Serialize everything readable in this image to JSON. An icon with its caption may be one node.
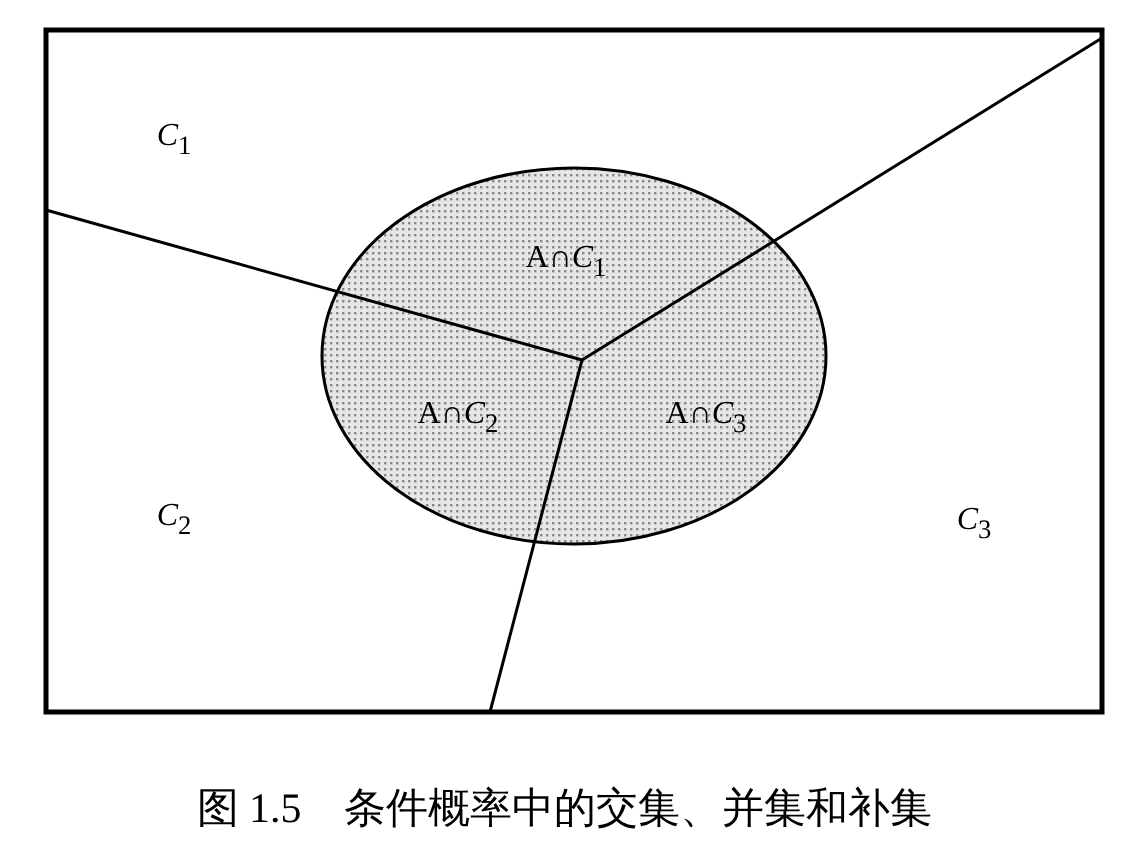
{
  "diagram": {
    "caption": "图 1.5　条件概率中的交集、并集和补集",
    "labels": [
      "*C*$_{1}$",
      "A∩*C*$_{1}$",
      "A∩*C*$_{2}$",
      "A∩*C*$_{3}$",
      "*C*$_{2}$",
      "*C*$_{3}$"
    ]
  }
}
